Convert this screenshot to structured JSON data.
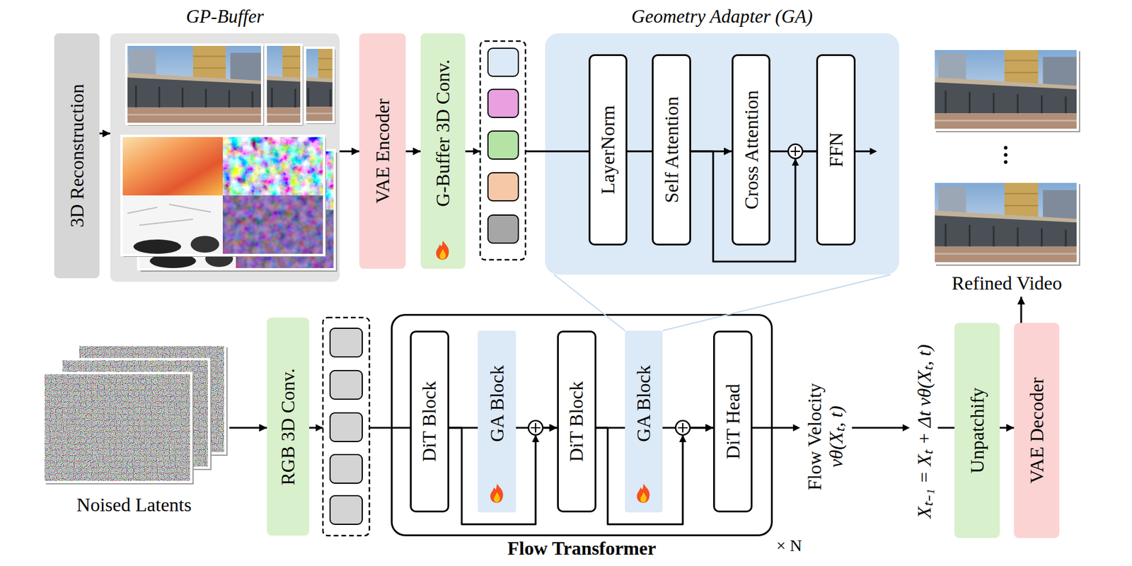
{
  "diagram": {
    "nodes": [
      {
        "text": [
          "3D Reconstruction"
        ]
      },
      {
        "text": [
          "GP-Buffer"
        ]
      },
      {
        "text": [
          "VAE Encoder"
        ]
      },
      {
        "text": [
          "G-Buffer 3D Conv."
        ]
      },
      {
        "text": [
          "Geometry Adapter (GA)"
        ]
      },
      {
        "text": [
          "LayerNorm"
        ],
        "in": 4
      },
      {
        "text": [
          "Self Attention"
        ],
        "in": 4
      },
      {
        "text": [
          "Cross Attention"
        ],
        "in": 4
      },
      {
        "text": [
          "FFN"
        ],
        "in": 4
      },
      {
        "text": [
          "Refined Video"
        ]
      },
      {
        "text": [
          "Noised Latents"
        ]
      },
      {
        "text": [
          "RGB 3D Conv."
        ]
      },
      {
        "text": [
          "Flow Transformer"
        ]
      },
      {
        "text": [
          "DiT Block"
        ],
        "in": 12
      },
      {
        "text": [
          "GA Block"
        ],
        "in": 12
      },
      {
        "text": [
          "DiT Block"
        ],
        "in": 12
      },
      {
        "text": [
          "GA Block"
        ],
        "in": 12
      },
      {
        "text": [
          "DiT Head"
        ],
        "in": 12
      },
      {
        "text": [
          "Unpatchify"
        ]
      },
      {
        "text": [
          "VAE Decoder"
        ]
      }
    ],
    "edges": [
      {
        "from": 0,
        "to": 1,
        "arrow": "to"
      },
      {
        "from": 1,
        "to": 2,
        "arrow": "to"
      },
      {
        "from": 2,
        "to": 3,
        "arrow": "to"
      },
      {
        "from": 3,
        "to": 5,
        "arrow": "none"
      },
      {
        "from": 5,
        "to": 6,
        "arrow": "none"
      },
      {
        "from": 6,
        "to": 7,
        "arrow": "to"
      },
      {
        "from": 7,
        "to": 8,
        "arrow": "none"
      },
      {
        "from": 6,
        "to": 8,
        "arrow": "none"
      },
      {
        "from": 10,
        "to": 11,
        "arrow": "to"
      },
      {
        "from": 11,
        "to": 13,
        "arrow": "none"
      },
      {
        "from": 13,
        "to": 14,
        "arrow": "none"
      },
      {
        "from": 13,
        "to": 15,
        "arrow": "to"
      },
      {
        "from": 14,
        "to": 15,
        "arrow": "to"
      },
      {
        "from": 15,
        "to": 16,
        "arrow": "none"
      },
      {
        "from": 15,
        "to": 17,
        "arrow": "to"
      },
      {
        "from": 16,
        "to": 17,
        "arrow": "to"
      },
      {
        "from": 18,
        "to": 19,
        "arrow": "to"
      },
      {
        "from": 19,
        "to": 9,
        "arrow": "to"
      }
    ],
    "labels": [
      "Flow Velocity",
      "vθ(Xₜ, t)",
      "Xₜ₋₁ = Xₜ + Δt vθ(Xₜ, t)",
      "× N"
    ]
  }
}
